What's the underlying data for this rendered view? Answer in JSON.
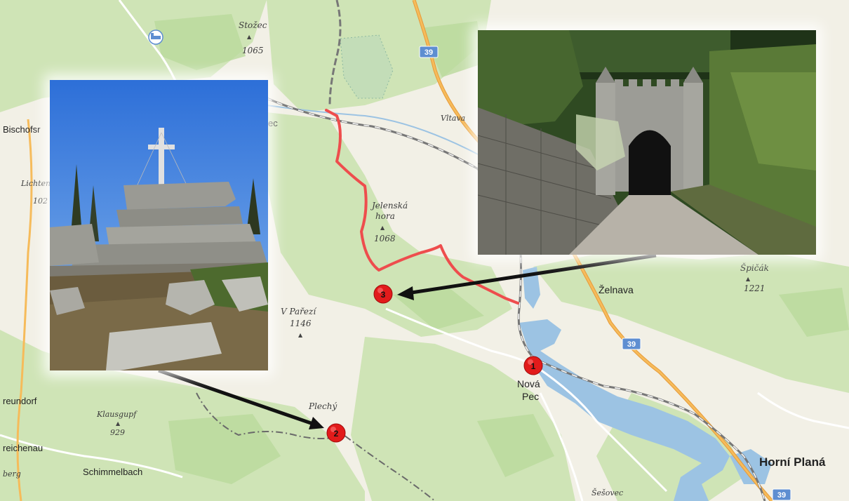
{
  "map": {
    "places": {
      "stozec": "Stožec",
      "stozec_ele": "1065",
      "vltava": "Vltava",
      "jelenska_1": "Jelenská",
      "jelenska_2": "hora",
      "jelenska_ele": "1068",
      "v_parezi": "V Pařezí",
      "v_parezi_ele": "1146",
      "plechy": "Plechý",
      "klausgupf": "Klausgupf",
      "klausgupf_ele": "929",
      "spicak": "Špičák",
      "spicak_ele": "1221",
      "zelnava": "Želnava",
      "nova_pec_1": "Nová",
      "nova_pec_2": "Pec",
      "horni_plana": "Horní Planá",
      "sesovec": "Šešovec",
      "schimmelbach": "Schimmelbach",
      "bischofsr": "Bischofsr",
      "lichten": "Lichten",
      "lichten_ele": "102",
      "reundorf": "reundorf",
      "reichenau": "reichenau",
      "berg": "berg",
      "pec_frag": "ec"
    },
    "road_shields": [
      "39",
      "39",
      "39"
    ],
    "markers": [
      "1",
      "2",
      "3"
    ],
    "colors": {
      "route": "#ee4d4d",
      "marker": "#e21b1b",
      "road": "#f2a23c",
      "water": "#9cc3e3",
      "forest": "#c9e2b0",
      "land": "#f2f0e6"
    }
  },
  "photos": {
    "peak_cross": "photo-summit-cross",
    "tunnel": "photo-tunnel-portal"
  }
}
